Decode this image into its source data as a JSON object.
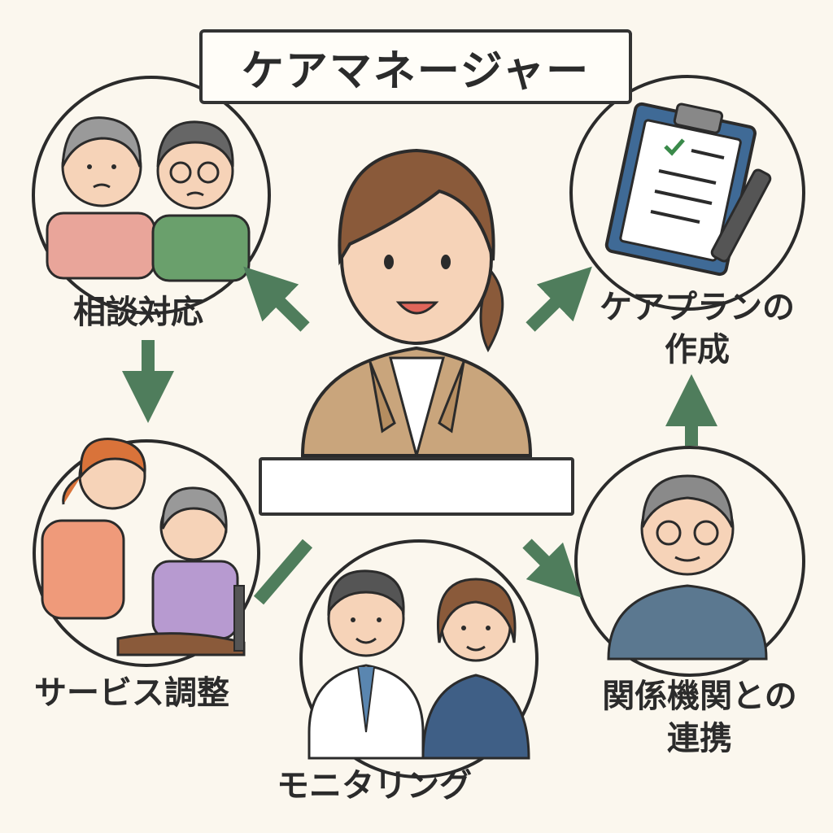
{
  "title": "ケアマネージャー",
  "name_plate": "",
  "roles": [
    {
      "label": "相談対応"
    },
    {
      "label": "ケアプランの\n作成"
    },
    {
      "label": "サービス調整"
    },
    {
      "label": "モニタリング"
    },
    {
      "label": "関係機関との\n連携"
    }
  ],
  "colors": {
    "background": "#fbf7ee",
    "arrow": "#4f7d5c",
    "outline": "#333333",
    "jacket": "#c9a57c",
    "hair": "#8a5a3a"
  },
  "icons": [
    "worried-elderly-couple-icon",
    "clipboard-pen-icon",
    "caregiver-wheelchair-icon",
    "doctor-and-staff-icon",
    "elderly-man-icon",
    "care-manager-icon"
  ]
}
